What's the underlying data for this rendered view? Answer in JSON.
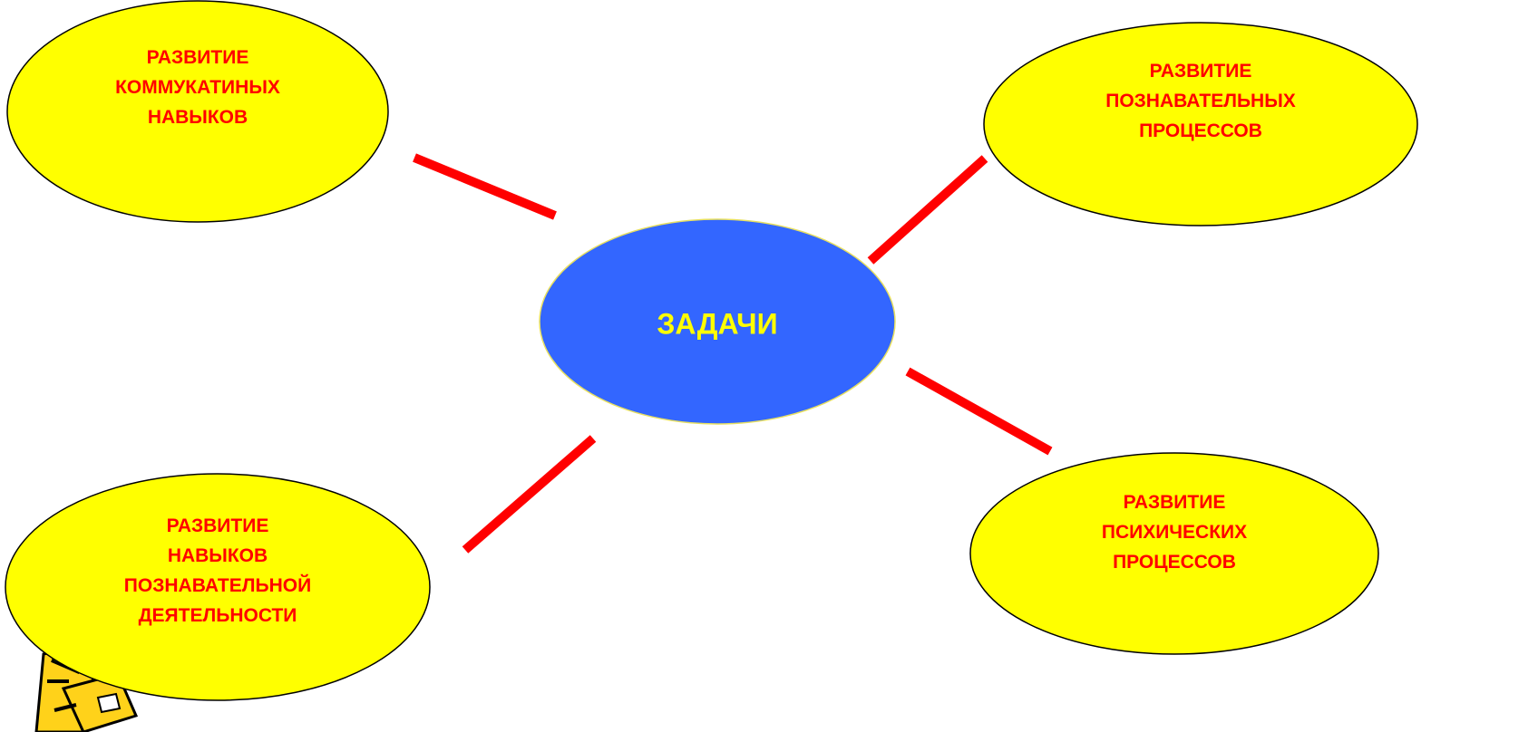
{
  "colors": {
    "center_fill": "#3366ff",
    "center_stroke": "#e8e060",
    "center_text": "#ffff00",
    "node_fill": "#ffff00",
    "node_stroke": "#000000",
    "node_text": "#ff0000",
    "connector": "#ff0000"
  },
  "center": {
    "lines": [
      "ЗАДАЧИ"
    ]
  },
  "nodes": {
    "top_left": {
      "lines": [
        "РАЗВИТИЕ",
        "КОММУКАТИНЫХ",
        "НАВЫКОВ"
      ]
    },
    "top_right": {
      "lines": [
        "РАЗВИТИЕ",
        "ПОЗНАВАТЕЛЬНЫХ",
        "ПРОЦЕССОВ"
      ]
    },
    "bottom_left": {
      "lines": [
        "РАЗВИТИЕ",
        "НАВЫКОВ",
        "ПОЗНАВАТЕЛЬНОЙ",
        "ДЕЯТЕЛЬНОСТИ"
      ]
    },
    "bottom_right": {
      "lines": [
        "РАЗВИТИЕ",
        "ПСИХИЧЕСКИХ",
        "ПРОЦЕССОВ"
      ]
    }
  },
  "decoration": {
    "icon": "clipart-figure-icon"
  }
}
